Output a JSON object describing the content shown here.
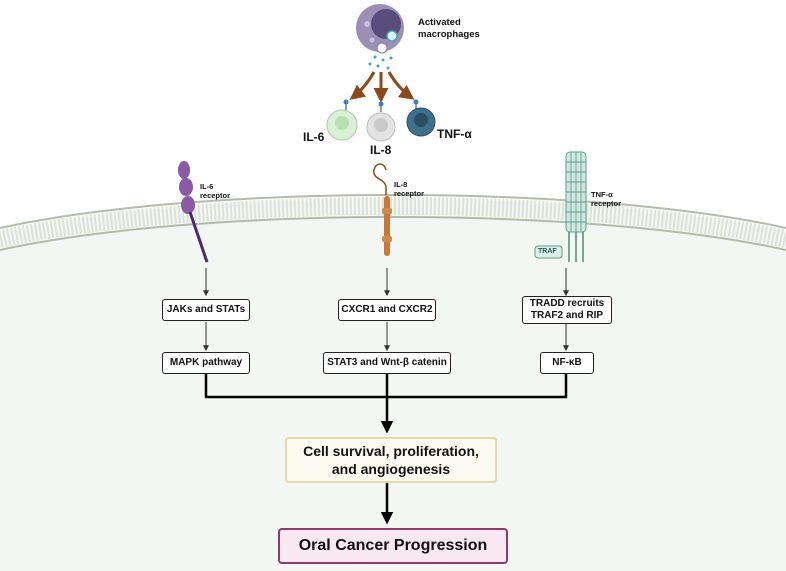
{
  "source": {
    "label": "Activated\nmacrophages"
  },
  "cytokines": [
    {
      "label": "IL-6"
    },
    {
      "label": "IL-8"
    },
    {
      "label": "TNF-α"
    }
  ],
  "receptors": [
    {
      "label": "IL-6\nreceptor"
    },
    {
      "label": "IL-8\nreceptor"
    },
    {
      "label": "TNF-α\nreceptor"
    }
  ],
  "traf_label": "TRAF",
  "pathways": [
    {
      "step1": "JAKs and STATs",
      "step2": "MAPK pathway"
    },
    {
      "step1": "CXCR1 and CXCR2",
      "step2": "STAT3 and Wnt-β catenin"
    },
    {
      "step1": "TRADD recruits\nTRAF2 and RIP",
      "step2": "NF-κB"
    }
  ],
  "outcome": "Cell survival, proliferation,\nand angiogenesis",
  "result": "Oral Cancer Progression",
  "colors": {
    "macrophage": "#8d7fa8",
    "il6_cell": "#d9f0d6",
    "il8_cell": "#dcdcdc",
    "tnf_cell": "#3f6f8a",
    "il6_receptor": "#7b4f96",
    "il8_receptor": "#c8773a",
    "tnf_receptor": "#5f9e8c",
    "membrane": "#c9cfc4",
    "cell_interior": "#f3f7f3",
    "arrow_brown": "#8b4a1c",
    "outcome_border": "#e9d7a4",
    "result_border": "#8e3b67"
  }
}
